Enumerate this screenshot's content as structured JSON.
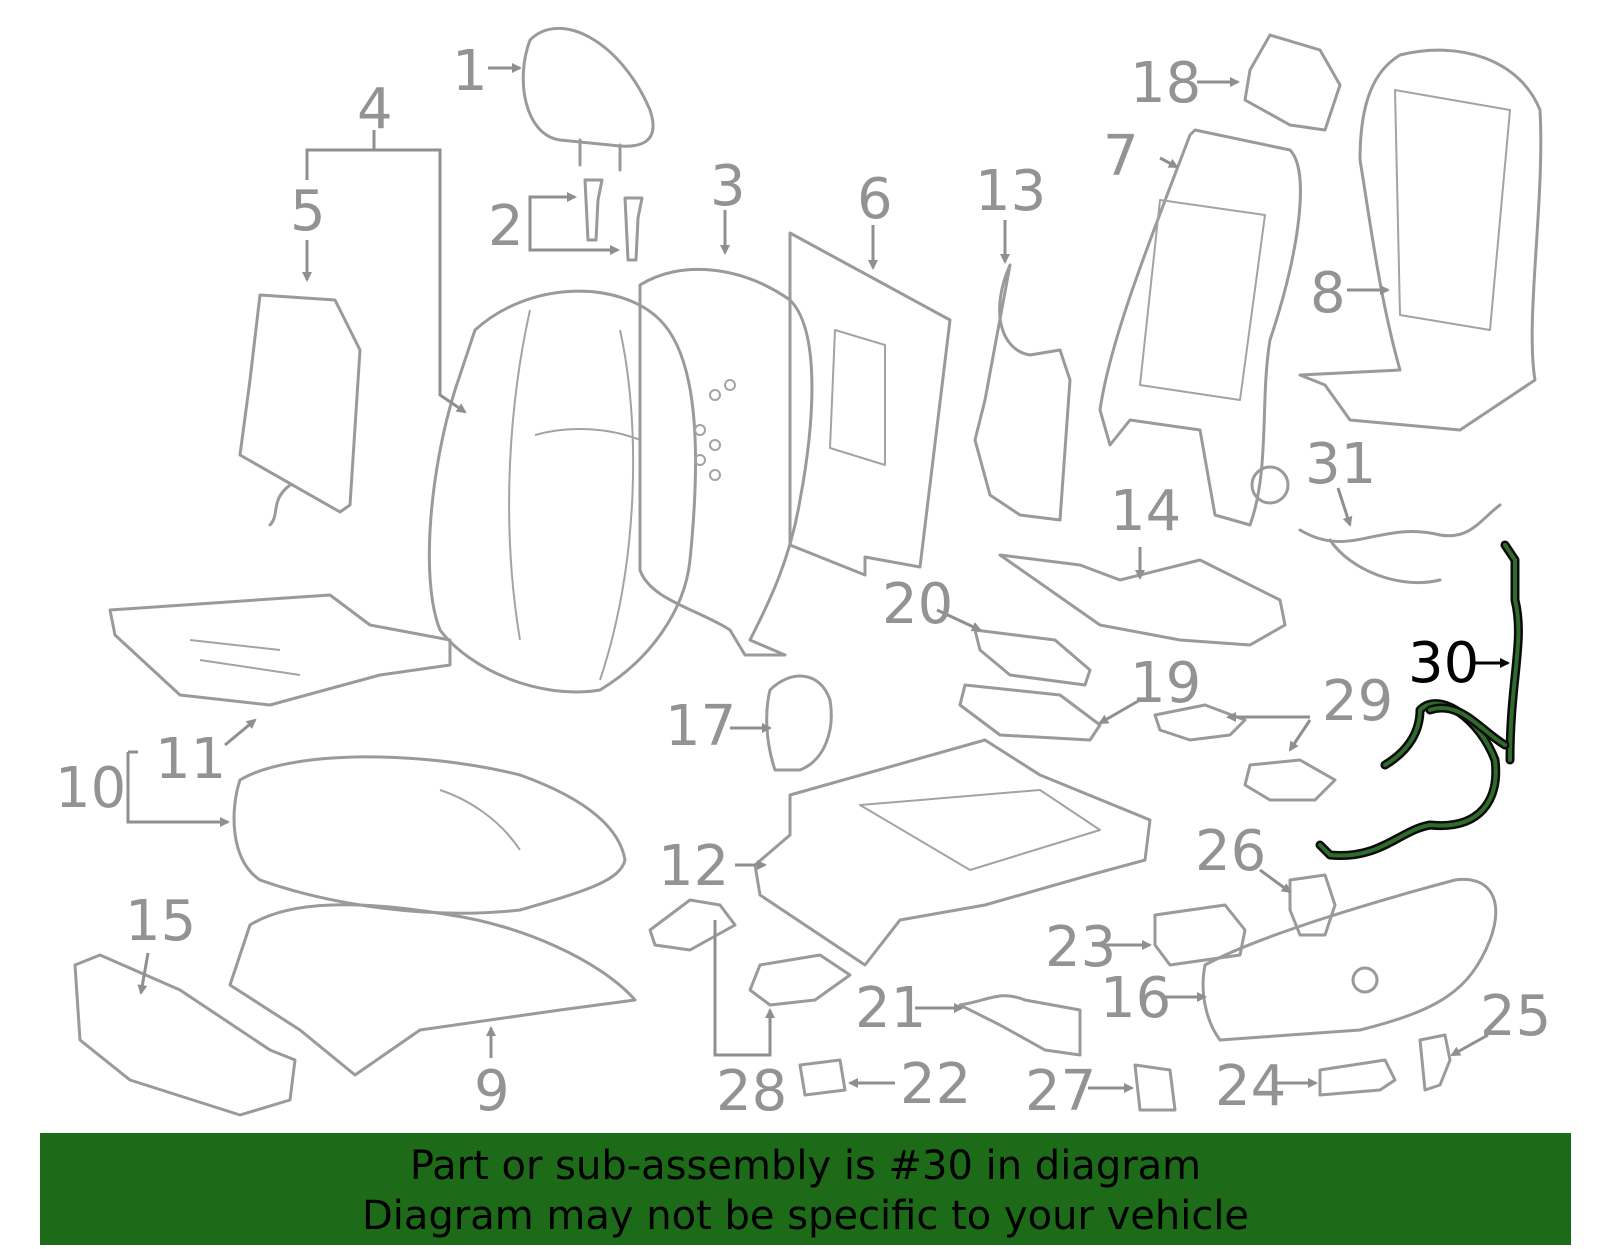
{
  "callouts": [
    "1",
    "2",
    "3",
    "4",
    "5",
    "6",
    "7",
    "8",
    "9",
    "10",
    "11",
    "12",
    "13",
    "14",
    "15",
    "16",
    "17",
    "18",
    "19",
    "20",
    "21",
    "22",
    "23",
    "24",
    "25",
    "26",
    "27",
    "28",
    "29",
    "30",
    "31"
  ],
  "highlighted_part": "30",
  "colors": {
    "banner": "#1d6a19",
    "highlight": "#2f6b2a",
    "line_art": "#9a9a9a"
  },
  "banner": {
    "line1": "Part or sub-assembly is #30 in diagram",
    "line2": "Diagram may not be specific to your vehicle"
  }
}
